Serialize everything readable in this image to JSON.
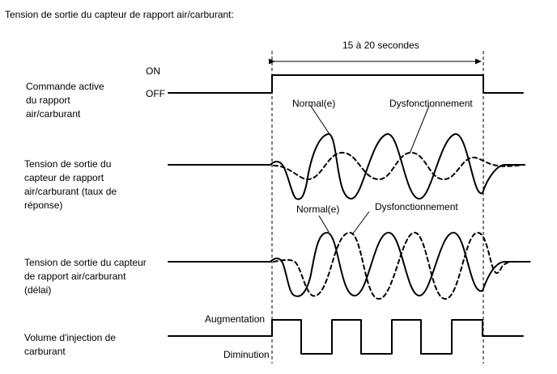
{
  "title": "Tension de sortie du capteur de rapport air/carburant:",
  "duration_label": "15 à 20 secondes",
  "rows": {
    "command": {
      "label": "Commande active\ndu rapport\nair/carburant",
      "on_label": "ON",
      "off_label": "OFF"
    },
    "response": {
      "label": "Tension de sortie du\ncapteur de rapport\nair/carburant (taux de\nréponse)",
      "normal_label": "Normal(e)",
      "fault_label": "Dysfonctionnement"
    },
    "delay": {
      "label": "Tension de sortie du capteur\nde rapport air/carburant\n(délai)",
      "normal_label": "Normal(e)",
      "fault_label": "Dysfonctionnement"
    },
    "injection": {
      "label": "Volume d'injection de\ncarburant",
      "increase_label": "Augmentation",
      "decrease_label": "Diminution"
    }
  }
}
